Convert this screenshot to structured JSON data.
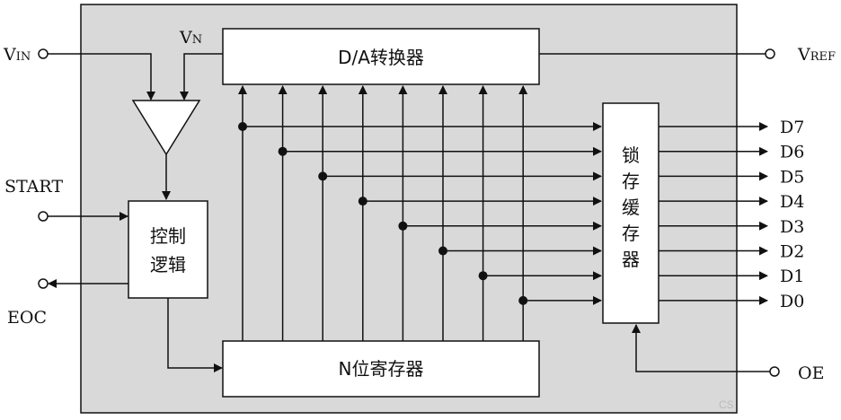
{
  "labels": {
    "vin_main": "V",
    "vin_sub": "IN",
    "vn_main": "V",
    "vn_sub": "N",
    "vref_main": "V",
    "vref_sub": "REF",
    "start": "START",
    "eoc": "EOC",
    "oe": "OE"
  },
  "blocks": {
    "dac": "D/A转换器",
    "control_line1": "控制",
    "control_line2": "逻辑",
    "register": "N位寄存器",
    "latch_chars": [
      "锁",
      "存",
      "缓",
      "存",
      "器"
    ]
  },
  "outputs": [
    "D7",
    "D6",
    "D5",
    "D4",
    "D3",
    "D2",
    "D1",
    "D0"
  ],
  "watermark": "CS",
  "colors": {
    "chip_fill": "#d9d9d9",
    "block_fill": "#ffffff",
    "wire": "#111111"
  }
}
